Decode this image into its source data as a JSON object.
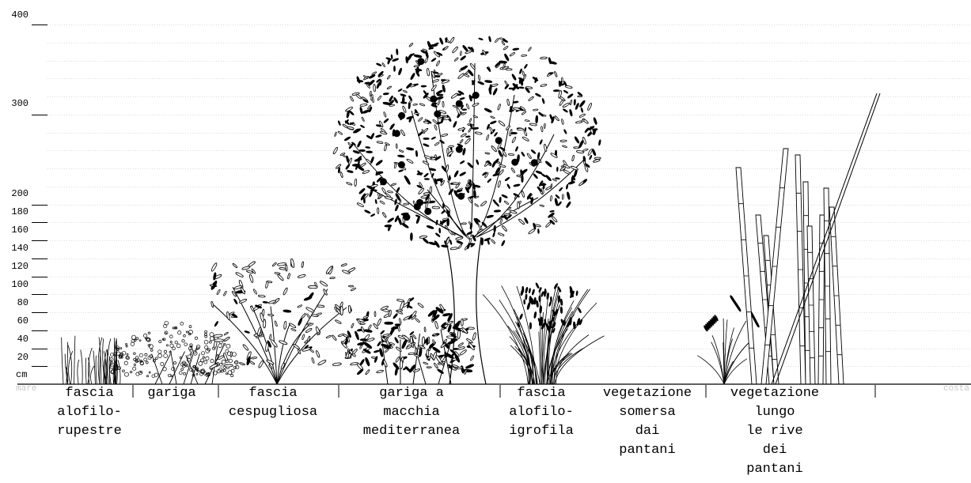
{
  "y_axis": {
    "unit": "cm",
    "ticks": [
      "400",
      "300",
      "200",
      "180",
      "160",
      "140",
      "120",
      "100",
      "80",
      "60",
      "40",
      "20"
    ]
  },
  "ends": {
    "left": "mare",
    "right": "costa"
  },
  "zones": [
    {
      "label": "fascia\nalofilo-\nrupestre"
    },
    {
      "label": "gariga"
    },
    {
      "label": "fascia\ncespugliosa"
    },
    {
      "label": "gariga a\nmacchia\nmediterranea"
    },
    {
      "label": "fascia\nalofilo-\nigrofila"
    },
    {
      "label": "vegetazione\nsomersa\ndai\npantani"
    },
    {
      "label": "vegetazione\nlungo\nle rive\ndei\npantani"
    }
  ],
  "plants": [
    {
      "zone": "fascia alofilo-rupestre",
      "type": "grass-tuft",
      "height_cm": 55
    },
    {
      "zone": "gariga",
      "type": "low-shrub",
      "height_cm": 70
    },
    {
      "zone": "fascia cespugliosa",
      "type": "shrub",
      "height_cm": 135
    },
    {
      "zone": "gariga a macchia mediterranea",
      "type": "shrub",
      "height_cm": 95
    },
    {
      "zone": "gariga a macchia mediterranea",
      "type": "tree",
      "height_cm": 385
    },
    {
      "zone": "fascia alofilo-igrofila",
      "type": "tall-grass",
      "height_cm": 110
    },
    {
      "zone": "vegetazione lungo le rive dei pantani",
      "type": "reed-grass",
      "height_cm": 100
    },
    {
      "zone": "vegetazione lungo le rive dei pantani",
      "type": "cane-reeds",
      "height_cm": 275
    }
  ]
}
